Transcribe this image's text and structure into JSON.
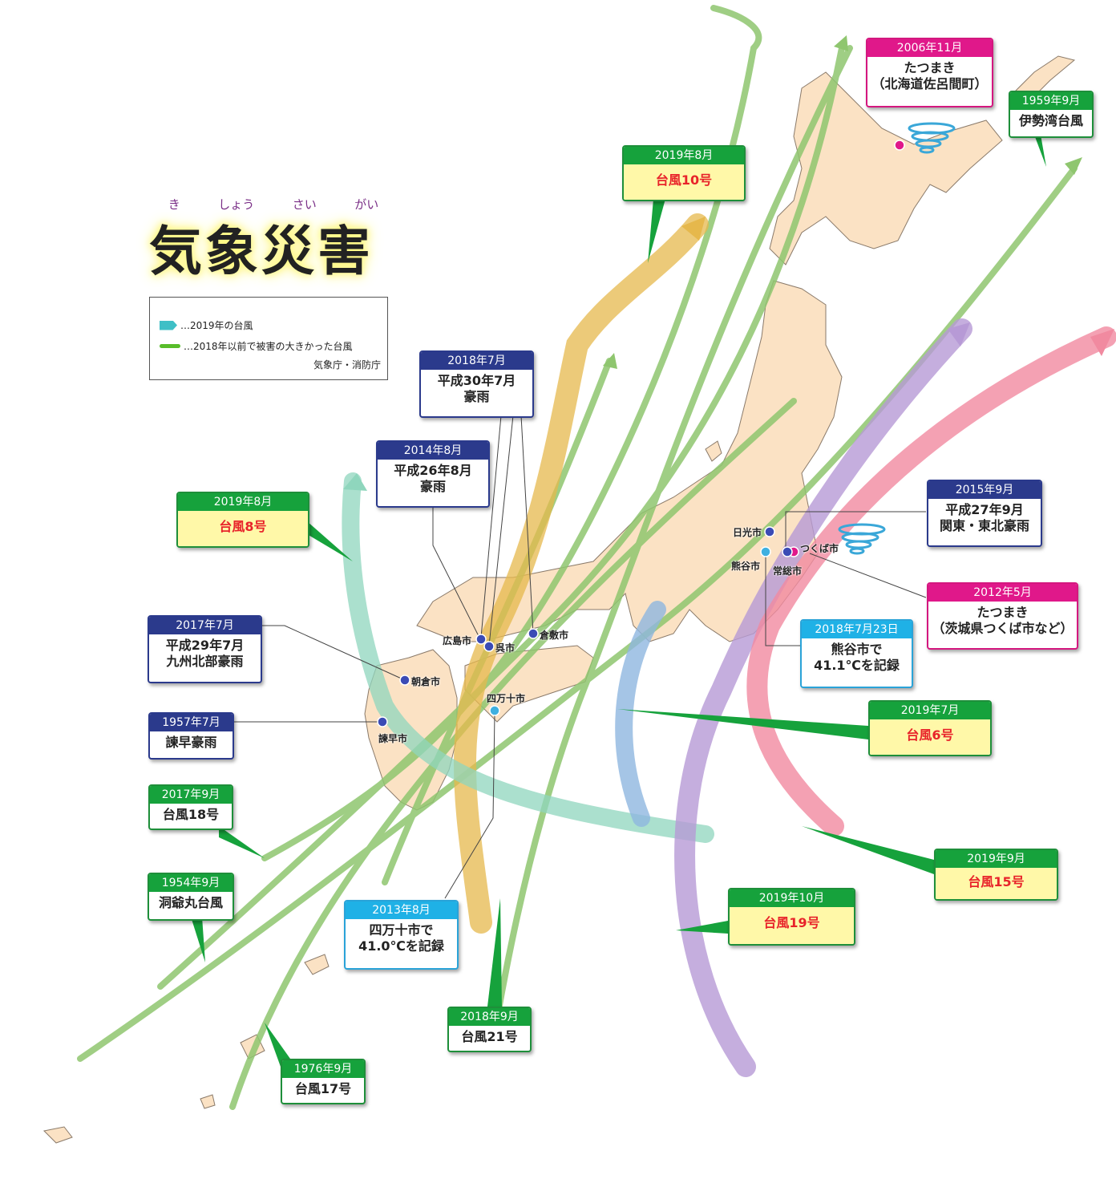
{
  "title": {
    "text": "気象災害",
    "furigana": [
      "き",
      "しょう",
      "さい",
      "がい"
    ]
  },
  "legend": {
    "item_2019": "…2019年の台風",
    "item_past": "…2018年以前で被害の大きかった台風",
    "source": "気象庁・消防庁"
  },
  "colors": {
    "land": "#fbe2c4",
    "route_past": "#8fc66f",
    "ty10": "#e6b84c",
    "ty8": "#8fd6bd",
    "ty6": "#8fb7e0",
    "ty19": "#b79ad6",
    "ty15": "#f18aa0"
  },
  "events": [
    {
      "date": "2006年11月",
      "line1": "たつまき",
      "line2": "（北海道佐呂間町）"
    },
    {
      "date": "1959年9月",
      "line1": "伊勢湾台風",
      "line2": ""
    },
    {
      "date": "2019年8月",
      "line1": "台風10号",
      "line2": ""
    },
    {
      "date": "2018年7月",
      "line1": "平成30年7月",
      "line2": "豪雨"
    },
    {
      "date": "2014年8月",
      "line1": "平成26年8月",
      "line2": "豪雨"
    },
    {
      "date": "2019年8月",
      "line1": "台風8号",
      "line2": ""
    },
    {
      "date": "2015年9月",
      "line1": "平成27年9月",
      "line2": "関東・東北豪雨"
    },
    {
      "date": "2017年7月",
      "line1": "平成29年7月",
      "line2": "九州北部豪雨"
    },
    {
      "date": "2012年5月",
      "line1": "たつまき",
      "line2": "（茨城県つくば市など）"
    },
    {
      "date": "2018年7月23日",
      "line1": "熊谷市で",
      "line2": "41.1℃を記録"
    },
    {
      "date": "1957年7月",
      "line1": "諫早豪雨",
      "line2": ""
    },
    {
      "date": "2019年7月",
      "line1": "台風6号",
      "line2": ""
    },
    {
      "date": "2017年9月",
      "line1": "台風18号",
      "line2": ""
    },
    {
      "date": "1954年9月",
      "line1": "洞爺丸台風",
      "line2": ""
    },
    {
      "date": "2019年9月",
      "line1": "台風15号",
      "line2": ""
    },
    {
      "date": "2013年8月",
      "line1": "四万十市で",
      "line2": "41.0℃を記録"
    },
    {
      "date": "2019年10月",
      "line1": "台風19号",
      "line2": ""
    },
    {
      "date": "2018年9月",
      "line1": "台風21号",
      "line2": ""
    },
    {
      "date": "1976年9月",
      "line1": "台風17号",
      "line2": ""
    }
  ],
  "cities": {
    "nikko": "日光市",
    "kumagaya": "熊谷市",
    "tsukuba": "つくば市",
    "joso": "常総市",
    "hiroshima": "広島市",
    "kure": "呉市",
    "kurashiki": "倉敷市",
    "asakura": "朝倉市",
    "shimanto": "四万十市",
    "isahaya": "諫早市"
  }
}
